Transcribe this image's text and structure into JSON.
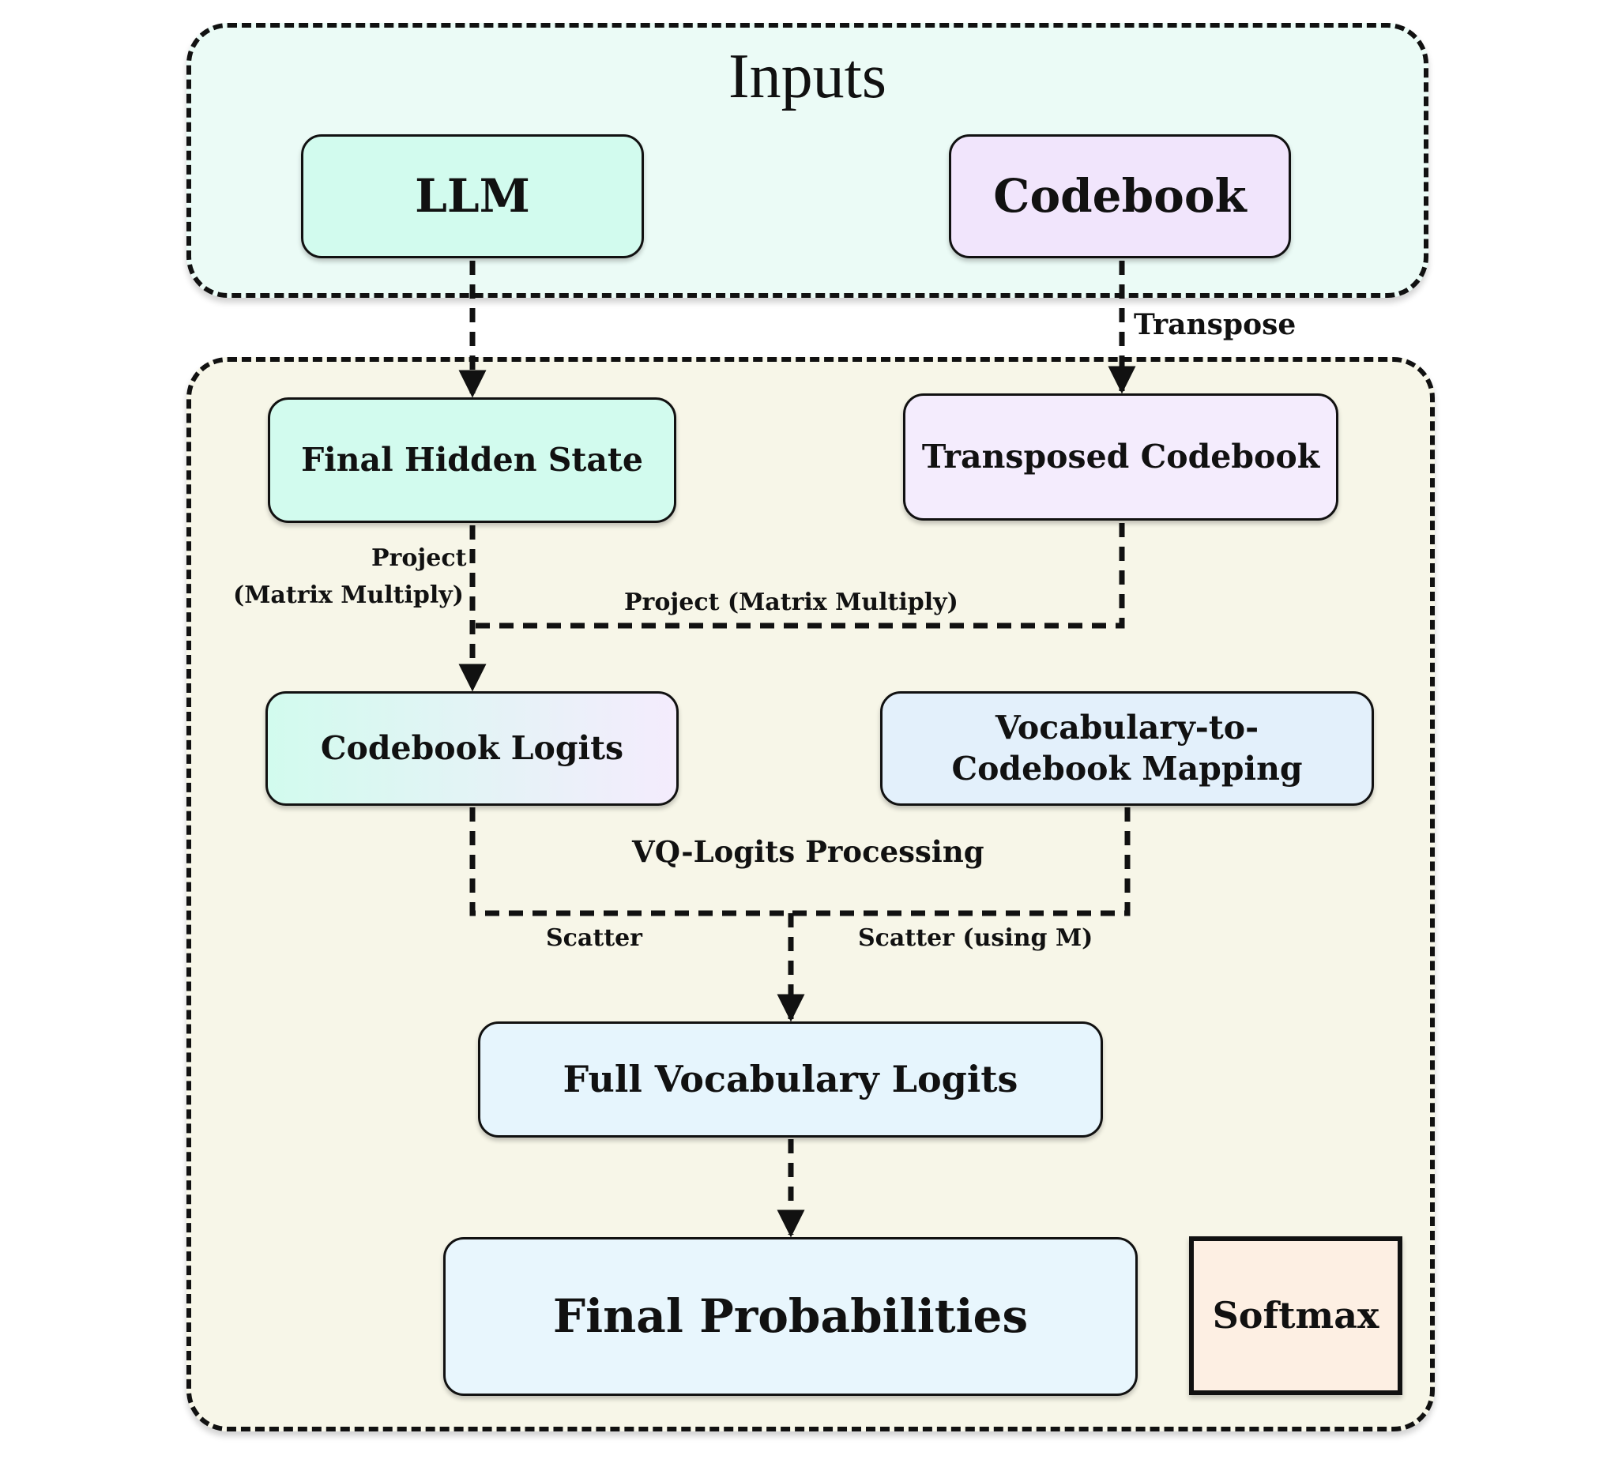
{
  "diagram": {
    "groups": {
      "inputs": {
        "title": "Inputs",
        "fill": "#ebfbf6"
      },
      "processing": {
        "fill": "#f7f6e8"
      }
    },
    "nodes": {
      "llm": {
        "label": "LLM",
        "fill": "#d2fbee"
      },
      "codebook": {
        "label": "Codebook",
        "fill": "#f1e5fc"
      },
      "final_hidden_state": {
        "label": "Final Hidden State",
        "fill": "#d2fbee"
      },
      "transposed_codebook": {
        "label": "Transposed Codebook",
        "fill": "#f4ecfd"
      },
      "codebook_logits": {
        "label": "Codebook Logits",
        "fill_from": "#d2fbee",
        "fill_to": "#f4ecfd"
      },
      "vocab_mapping": {
        "label": "Vocabulary-to-Codebook Mapping",
        "fill": "#e3f0fb"
      },
      "full_vocab_logits": {
        "label": "Full Vocabulary Logits",
        "fill": "#e6f5fd"
      },
      "final_probabilities": {
        "label": "Final Probabilities",
        "fill": "#e8f6fd"
      },
      "softmax": {
        "label": "Softmax",
        "fill": "#fdefe3"
      }
    },
    "edge_labels": {
      "transpose": "Transpose",
      "project_line1": "Project",
      "project_line2": "(Matrix Multiply)",
      "project_merge": "Project (Matrix Multiply)",
      "vq_processing": "VQ-Logits Processing",
      "scatter": "Scatter",
      "scatter_using_m": "Scatter (using M)"
    }
  }
}
